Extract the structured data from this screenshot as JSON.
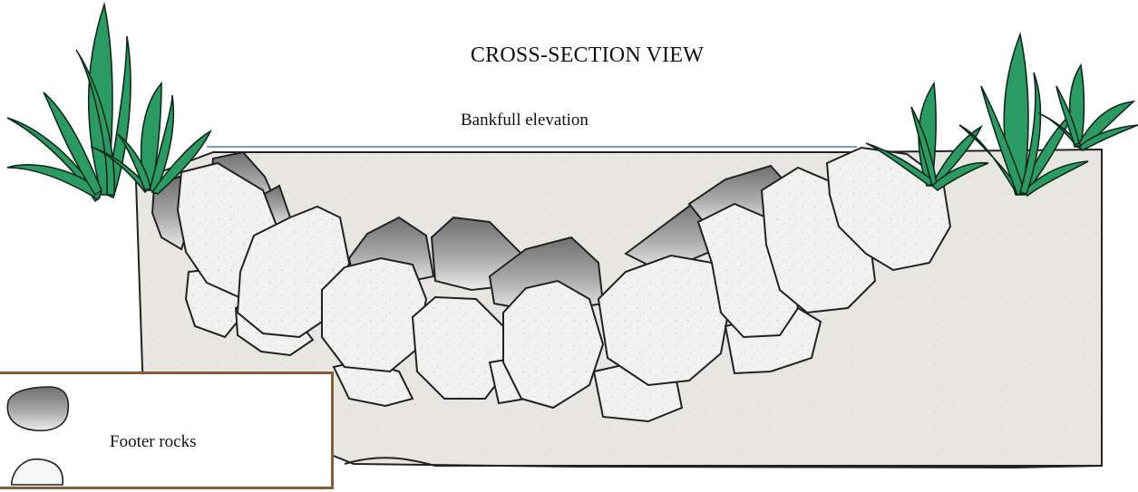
{
  "title": "CROSS-SECTION VIEW",
  "bankfull_label": "Bankfull elevation",
  "legend": {
    "items": [
      {
        "label": "Footer rocks",
        "icon": "footer-rock-icon"
      },
      {
        "label": "",
        "icon": "rock-icon"
      }
    ]
  },
  "colors": {
    "soil": "#e6e4df",
    "rock": "#f0f0ee",
    "footer_rock_dark": "#7c7c7c",
    "vegetation": "#2b9a63",
    "water_line": "#4a7fa8",
    "legend_border": "#8a5a3a"
  }
}
